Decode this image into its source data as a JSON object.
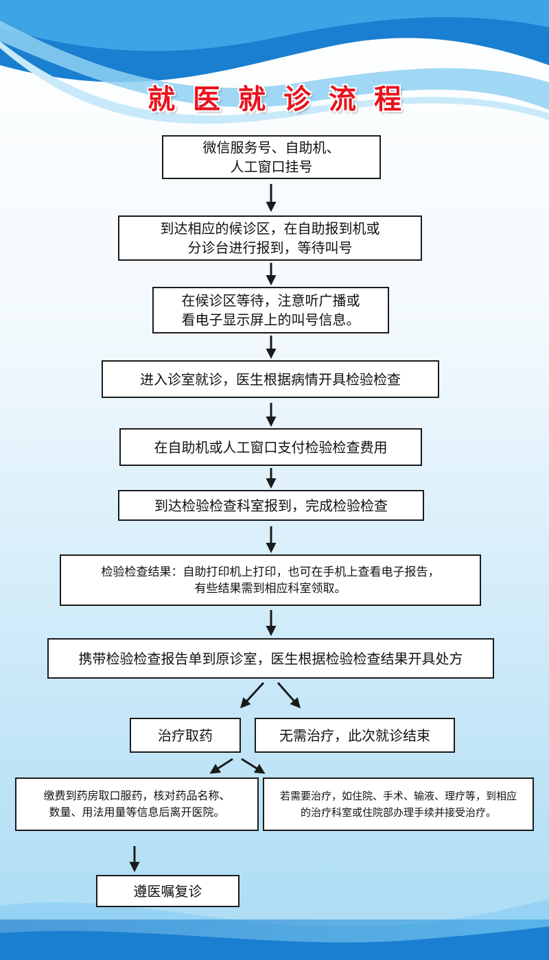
{
  "title": "就医就诊流程",
  "colors": {
    "title": "#e8121c",
    "wave_dark": "#1a7fd0",
    "wave_light": "#8fd0f2",
    "bg_top": "#ffffff",
    "bg_bottom": "#b9e2f6"
  },
  "steps": {
    "s1": "微信服务号、自助机、\n人工窗口挂号",
    "s2": "到达相应的候诊区，在自助报到机或\n分诊台进行报到，等待叫号",
    "s3": "在候诊区等待，注意听广播或\n看电子显示屏上的叫号信息。",
    "s4": "进入诊室就诊，医生根据病情开具检验检查",
    "s5": "在自助机或人工窗口支付检验检查费用",
    "s6": "到达检验检查科室报到，完成检验检查",
    "s7": "检验检查结果：自助打印机上打印，也可在手机上查看电子报告，\n有些结果需到相应科室领取。",
    "s8": "携带检验检查报告单到原诊室，医生根据检验检查结果开具处方",
    "s9a": "治疗取药",
    "s9b": "无需治疗，此次就诊结束",
    "s10a": "缴费到药房取口服药，核对药品名称、\n数量、用法用量等信息后离开医院。",
    "s10b": "若需要治疗，如住院、手术、输液、理疗等，到相应\n的治疗科室或住院部办理手续并接受治疗。",
    "s11": "遵医嘱复诊"
  }
}
